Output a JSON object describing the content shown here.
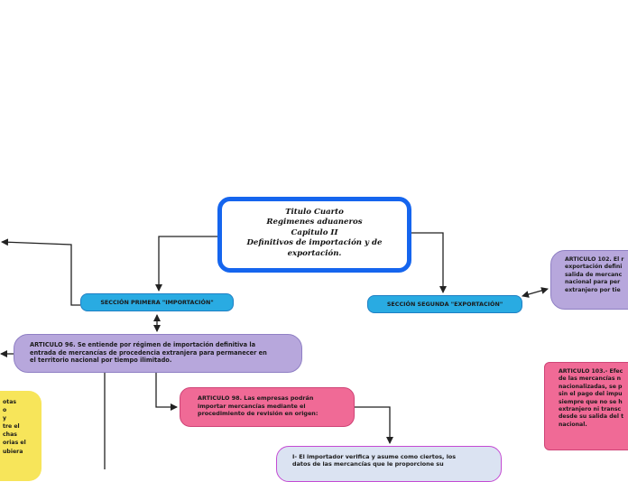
{
  "root": {
    "lines": [
      "Titulo Cuarto",
      "Regimenes aduaneros",
      "Capitulo II",
      "Definitivos de importación y de",
      "exportación."
    ]
  },
  "section_import": {
    "label": "SECCIÓN PRIMERA \"IMPORTACIÓN\""
  },
  "section_export": {
    "label": "SECCIÓN SEGUNDA \"EXPORTACIÓN\""
  },
  "article96": {
    "lines": [
      "ARTICULO 96. Se entiende por régimen de importación definitiva la",
      "entrada de mercancías de procedencia extranjera para permanecer en",
      "el territorio nacional por tiempo ilimitado."
    ]
  },
  "article98": {
    "lines": [
      "ARTICULO 98. Las empresas podrán",
      "importar mercancías mediante el",
      "procedimiento de revisión en origen:"
    ]
  },
  "article102": {
    "lines": [
      "ARTICULO 102. El r",
      "exportación defini",
      "salida de mercanc",
      "nacional para per",
      "extranjero por tie"
    ]
  },
  "article103": {
    "lines": [
      "ARTICULO 103.- Efec",
      "de las mercancías n",
      "nacionalizadas, se p",
      "sin el pago del impu",
      "siempre que no se h",
      "extranjero ni transc",
      "desde su salida del t",
      "nacional."
    ]
  },
  "yellow_note": {
    "lines": [
      "otas",
      "o",
      "y",
      "tre el",
      "chas",
      "orias el",
      "ubiera"
    ]
  },
  "fraction1": {
    "lines": [
      "I- El importador verifica y asume como ciertos, los",
      "datos de las mercancías que le proporcione su"
    ]
  },
  "colors": {
    "title_border": "#1565ee",
    "section_fill": "#29abe2",
    "article_purple": "#b7a7dc",
    "article_pink": "#f06a96",
    "note_yellow": "#f7e55a",
    "fraction_fill": "#dbe3f2",
    "fraction_border": "#c44ad3",
    "connector": "#222222"
  }
}
